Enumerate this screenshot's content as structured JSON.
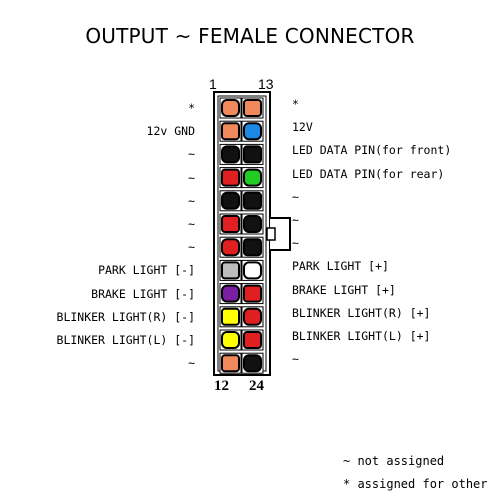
{
  "title": "OUTPUT ~ FEMALE CONNECTOR",
  "pin_numbers": {
    "top_left": "1",
    "top_right": "13",
    "bottom_left": "12",
    "bottom_right": "24"
  },
  "rows": [
    {
      "left_label": "*",
      "right_label": "*",
      "left_color": "#f08a5d",
      "right_color": "#f08a5d"
    },
    {
      "left_label": "12v GND",
      "right_label": "12V",
      "left_color": "#f08a5d",
      "right_color": "#1e88e5"
    },
    {
      "left_label": "~",
      "right_label": "LED DATA PIN(for front)",
      "left_color": "#111111",
      "right_color": "#111111"
    },
    {
      "left_label": "~",
      "right_label": "LED DATA PIN(for rear)",
      "left_color": "#e02020",
      "right_color": "#22cc22"
    },
    {
      "left_label": "~",
      "right_label": "~",
      "left_color": "#111111",
      "right_color": "#111111"
    },
    {
      "left_label": "~",
      "right_label": "~",
      "left_color": "#e02020",
      "right_color": "#111111"
    },
    {
      "left_label": "~",
      "right_label": "~",
      "left_color": "#e02020",
      "right_color": "#111111"
    },
    {
      "left_label": "PARK LIGHT [-]",
      "right_label": "PARK LIGHT [+]",
      "left_color": "#bdbdbd",
      "right_color": "#ffffff"
    },
    {
      "left_label": "BRAKE LIGHT [-]",
      "right_label": "BRAKE LIGHT [+]",
      "left_color": "#7b1fa2",
      "right_color": "#e02020"
    },
    {
      "left_label": "BLINKER LIGHT(R) [-]",
      "right_label": "BLINKER LIGHT(R) [+]",
      "left_color": "#ffff00",
      "right_color": "#e02020"
    },
    {
      "left_label": "BLINKER LIGHT(L) [-]",
      "right_label": "BLINKER LIGHT(L) [+]",
      "left_color": "#ffff00",
      "right_color": "#e02020"
    },
    {
      "left_label": "~",
      "right_label": "~",
      "left_color": "#f08a5d",
      "right_color": "#111111"
    }
  ],
  "legend": [
    "~ not assigned",
    "* assigned for other"
  ]
}
